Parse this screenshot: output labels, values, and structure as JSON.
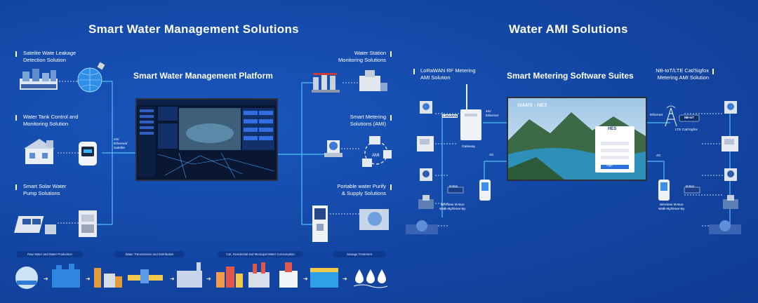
{
  "left": {
    "title": "Smart Water Management Solutions",
    "platform_title": "Smart Water Management Platform",
    "left_items": [
      {
        "line1": "Satelite Wate Leakage",
        "line2": "Detection Solution"
      },
      {
        "line1": "Water Tank Control and",
        "line2": "Monitoring Solution"
      },
      {
        "line1": "Smart Solar Water",
        "line2": "Pump Solutions"
      }
    ],
    "right_items": [
      {
        "line1": "Water Station",
        "line2": "Monitoring Solutions"
      },
      {
        "line1": "Smart Metering",
        "line2": "Solutions (AMI)"
      },
      {
        "line1": "Portable water Purify",
        "line2": "& Supply Solutions"
      }
    ],
    "link_label": {
      "line1": "4G/",
      "line2": "Ethernet/",
      "line3": "Satelite"
    },
    "ami_label": "AMI",
    "stages": [
      "Raw Water and Water Production",
      "Water Transmission and Distribution",
      "C&I, Residential and Municipal Water Consumption",
      "Sewage Treatment"
    ]
  },
  "right": {
    "title": "Water  AMI Solutions",
    "software_title": "Smart Metering Software Suites",
    "lorawan": {
      "line1": "LoRaWAN RF  Metering",
      "line2": "AMI Solution"
    },
    "nbiot": {
      "line1": "NB-IoT/LTE Cat/Sigfox",
      "line2": "Metering AMI Solution"
    },
    "lorawan_badge": "LoRaWAN",
    "gateway_label": "Gateway",
    "gateway_link": {
      "line1": "4G/",
      "line2": "Ethernet"
    },
    "label_4g_left": "4G",
    "label_4g_right": "4G",
    "ethernet_label": "Ethernet",
    "nbiot_badge": "NB-IoT",
    "lte_label": "LTE Cat/Sigfox",
    "mbus_badge": "M-Bus",
    "wmbus_left": {
      "line1": "Wireless M-Bus",
      "line2": "Walk-By/Drive-By"
    },
    "wmbus_right": {
      "line1": "Wireless M-Bus",
      "line2": "Walk-By/Drive-By"
    },
    "screen_title": "WAMS - HES",
    "login_title": "HES",
    "login_button": "Login"
  },
  "colors": {
    "background": "#1346a3",
    "line": "#4fc3f7",
    "accent": "#2a6fe0"
  }
}
